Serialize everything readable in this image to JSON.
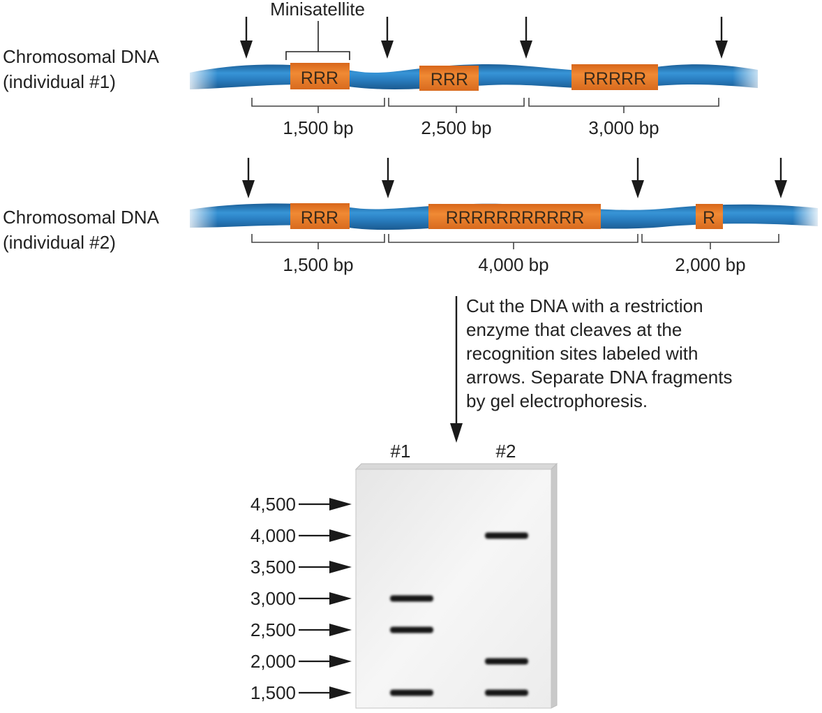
{
  "colors": {
    "dna_blue": "#2f86c9",
    "dna_dark": "#1c5f98",
    "minisatellite_orange": "#ea7a26",
    "band": "#161616",
    "gel": "#efefef"
  },
  "minisatellite_label": "Minisatellite",
  "individuals": [
    {
      "label_line1": "Chromosomal DNA",
      "label_line2": "(individual #1)",
      "repeats": [
        "RRR",
        "RRR",
        "RRRRR"
      ],
      "fragments": [
        "1,500 bp",
        "2,500 bp",
        "3,000 bp"
      ]
    },
    {
      "label_line1": "Chromosomal DNA",
      "label_line2": "(individual #2)",
      "repeats": [
        "RRR",
        "RRRRRRRRRRR",
        "R"
      ],
      "fragments": [
        "1,500 bp",
        "4,000 bp",
        "2,000 bp"
      ]
    }
  ],
  "instruction_lines": [
    "Cut the DNA with a restriction",
    "enzyme that cleaves at the",
    "recognition sites labeled with",
    "arrows. Separate DNA fragments",
    "by gel electrophoresis."
  ],
  "gel": {
    "lane_labels": [
      "#1",
      "#2"
    ],
    "size_markers": [
      "4,500",
      "4,000",
      "3,500",
      "3,000",
      "2,500",
      "2,000",
      "1,500"
    ],
    "marker_values": [
      4500,
      4000,
      3500,
      3000,
      2500,
      2000,
      1500
    ],
    "bands": [
      {
        "lane": 0,
        "size": 3000
      },
      {
        "lane": 0,
        "size": 2500
      },
      {
        "lane": 0,
        "size": 1500
      },
      {
        "lane": 1,
        "size": 4000
      },
      {
        "lane": 1,
        "size": 2000
      },
      {
        "lane": 1,
        "size": 1500
      }
    ]
  }
}
